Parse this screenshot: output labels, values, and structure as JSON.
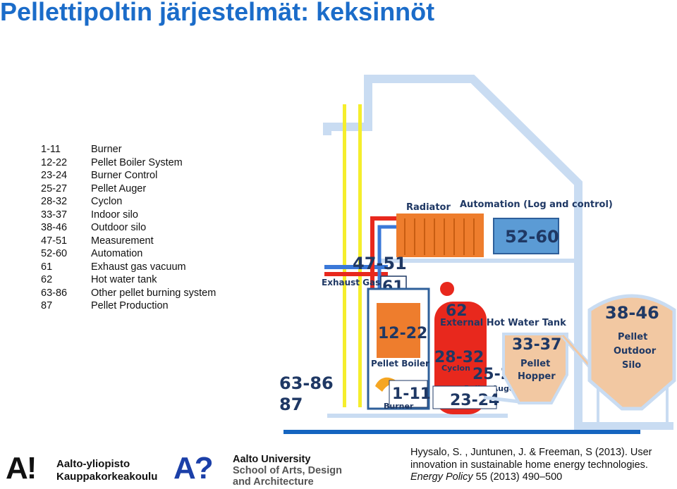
{
  "title": "Pellettipoltin järjestelmät: keksinnöt",
  "legend": [
    {
      "code": "1-11",
      "label": "Burner"
    },
    {
      "code": "12-22",
      "label": "Pellet Boiler System"
    },
    {
      "code": "23-24",
      "label": "Burner Control"
    },
    {
      "code": "25-27",
      "label": "Pellet Auger"
    },
    {
      "code": "28-32",
      "label": "Cyclon"
    },
    {
      "code": "33-37",
      "label": "Indoor silo"
    },
    {
      "code": "38-46",
      "label": "Outdoor silo"
    },
    {
      "code": "47-51",
      "label": "Measurement"
    },
    {
      "code": "52-60",
      "label": "Automation"
    },
    {
      "code": "61",
      "label": "Exhaust gas vacuum"
    },
    {
      "code": "62",
      "label": "Hot water tank"
    },
    {
      "code": "63-86",
      "label": "Other pellet burning system"
    },
    {
      "code": "87",
      "label": "Pellet Production"
    }
  ],
  "diagram": {
    "radiator": "Radiator",
    "automation": "Automation (Log and control)",
    "exhaust_gas": "Exhaust Gas",
    "pellet_boiler": "Pellet Boiler",
    "burner": "Burner",
    "cyclon": "Cyclon",
    "pellet_auger": "Pellet Auger",
    "external_tank": "External Hot Water Tank",
    "pellet_hopper_1": "Pellet",
    "pellet_hopper_2": "Hopper",
    "outdoor_silo_1": "Pellet",
    "outdoor_silo_2": "Outdoor",
    "outdoor_silo_3": "Silo",
    "codes": {
      "automation": "52-60",
      "measurement": "47-51",
      "exhaust": "61",
      "boiler": "12-22",
      "tank": "62",
      "cyclon": "28-32",
      "auger": "25-27",
      "hopper": "33-37",
      "silo": "38-46",
      "burner": "1-11",
      "control": "23-24",
      "other": "63-86",
      "production": "87"
    },
    "colors": {
      "house_outline": "#c9dcf2",
      "radiator": "#ee7d2d",
      "tank": "#e8281d",
      "automation_box": "#5b9bd5",
      "pellet_fill": "#f2c8a2",
      "code_text": "#1f3864"
    }
  },
  "logos": {
    "aalto_fi_line1": "Aalto-yliopisto",
    "aalto_fi_line2": "Kauppakorkeakoulu",
    "aalto_en_line1": "Aalto University",
    "aalto_en_line2": "School of Arts, Design",
    "aalto_en_line3": "and Architecture",
    "mark_a": "A!",
    "mark_q": "A?"
  },
  "citation": {
    "line1": "Hyysalo, S. , Juntunen, J. & Freeman, S (2013). User",
    "line2": "innovation in sustainable home energy technologies.",
    "journal": "Energy Policy",
    "rest": " 55 (2013) 490–500"
  }
}
